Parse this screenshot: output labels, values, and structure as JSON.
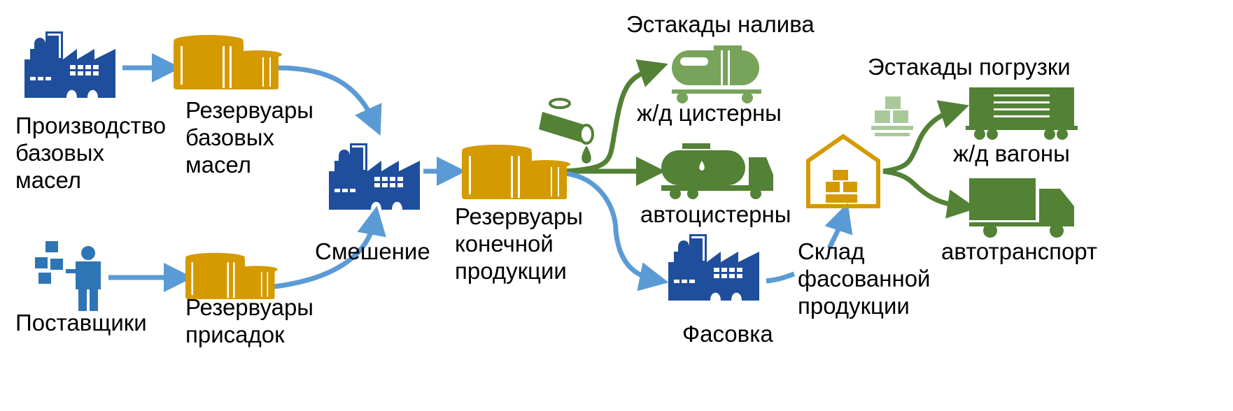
{
  "colors": {
    "factory": "#1F4E9C",
    "tank": "#D49A00",
    "flow_blue": "#5B9BD5",
    "green": "#538135",
    "light_green": "#77A35A"
  },
  "nodes": {
    "base_production": [
      "Производство",
      "базовых",
      "масел"
    ],
    "base_tanks": [
      "Резервуары",
      "базовых",
      "масел"
    ],
    "suppliers": [
      "Поставщики"
    ],
    "additive_tanks": [
      "Резервуары",
      "присадок"
    ],
    "blending": [
      "Смешение"
    ],
    "final_tanks": [
      "Резервуары",
      "конечной",
      "продукции"
    ],
    "filling_racks": "Эстакады налива",
    "rail_tanks": "ж/д цистерны",
    "tank_trucks": "автоцистерны",
    "packaging": "Фасовка",
    "packaged_warehouse": [
      "Склад",
      "фасованной",
      "продукции"
    ],
    "loading_racks": "Эстакады погрузки",
    "rail_wagons": "ж/д вагоны",
    "road_transport": "автотранспорт"
  }
}
